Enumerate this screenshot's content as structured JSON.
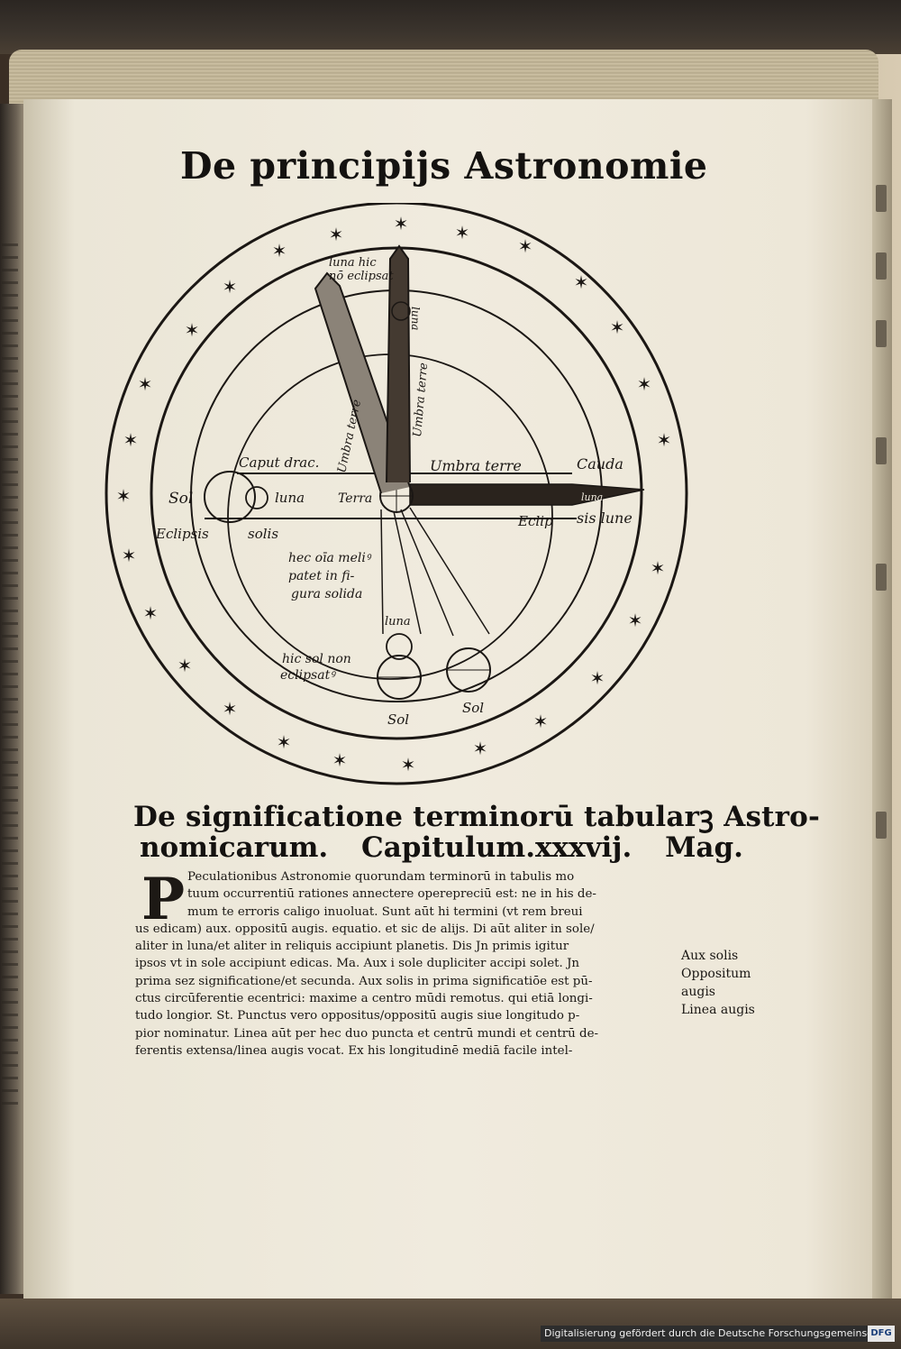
{
  "page": {
    "title": "De principijs Astronomie",
    "section_heading_line1": "De significatione terminorū tabularꝫ Astro-",
    "section_heading_line2_parts": [
      "nomicarum.",
      "Capitulum.xxxvij.",
      "Mag."
    ],
    "drop_cap": "P",
    "body_lines": [
      "Peculationibus Astronomie quorundam terminorū in tabulis mo",
      "tuum occurrentiū rationes annectere operepreciū est: ne in his de-",
      "mum te erroris caligo inuoluat. Sunt aūt hi termini (vt rem breui",
      "us edicam) aux. oppositū augis. equatio. et sic de alijs. Di aūt aliter in sole/",
      "aliter in luna/et aliter in reliquis accipiunt planetis. Dis Jn primis igitur",
      "ipsos vt in sole accipiunt edicas. Ma. Aux i sole dupliciter accipi solet. Jn",
      "prima sez significatione/et secunda. Aux solis in prima significatiōe est pū-",
      "ctus circūferentie ecentrici: maxime a centro mūdi remotus. qui etiā longi-",
      "tudo longior. St. Punctus vero oppositus/oppositū augis siue longitudo p-",
      "pior nominatur. Linea aūt per hec duo puncta et centrū mundi et centrū de-",
      "ferentis extensa/linea augis vocat. Ex his longitudinē mediā facile intel-"
    ],
    "margin_notes": [
      "Aux solis",
      "Oppositum",
      "augis",
      "Linea augis"
    ],
    "footer_credit": "Digitalisierung gefördert durch die Deutsche Forschungsgemeinschaft",
    "footer_logo": "DFG"
  },
  "diagram": {
    "labels": {
      "luna_hic": "luna hic",
      "no_eclipsat": "nō eclipsat",
      "luna_top": "luna",
      "umbra_terre_a": "Umbra terre",
      "umbra_terre_b": "Umbra terre",
      "umbra_terre_c": "Umbra terre",
      "caput_draconis": "Caput drac.",
      "cauda": "Cauda",
      "sol_left": "Sol",
      "luna_left": "luna",
      "terra": "Terra",
      "luna_right": "luna",
      "eclipsis_left": "Eclipsis",
      "solis": "solis",
      "eclip": "Eclip",
      "sis_lune": "sis lune",
      "hec_omnia_1": "hec oīa meliꝰ",
      "hec_omnia_2": "patet in fi-",
      "hec_omnia_3": "gura solida",
      "luna_bottom": "luna",
      "hic_sol_1": "hic sol non",
      "hic_sol_2": "eclipsatꝰ",
      "sol_bottom_1": "Sol",
      "sol_bottom_2": "Sol"
    },
    "colors": {
      "ink": "#1b1714",
      "paper": "#f0ebde"
    }
  }
}
